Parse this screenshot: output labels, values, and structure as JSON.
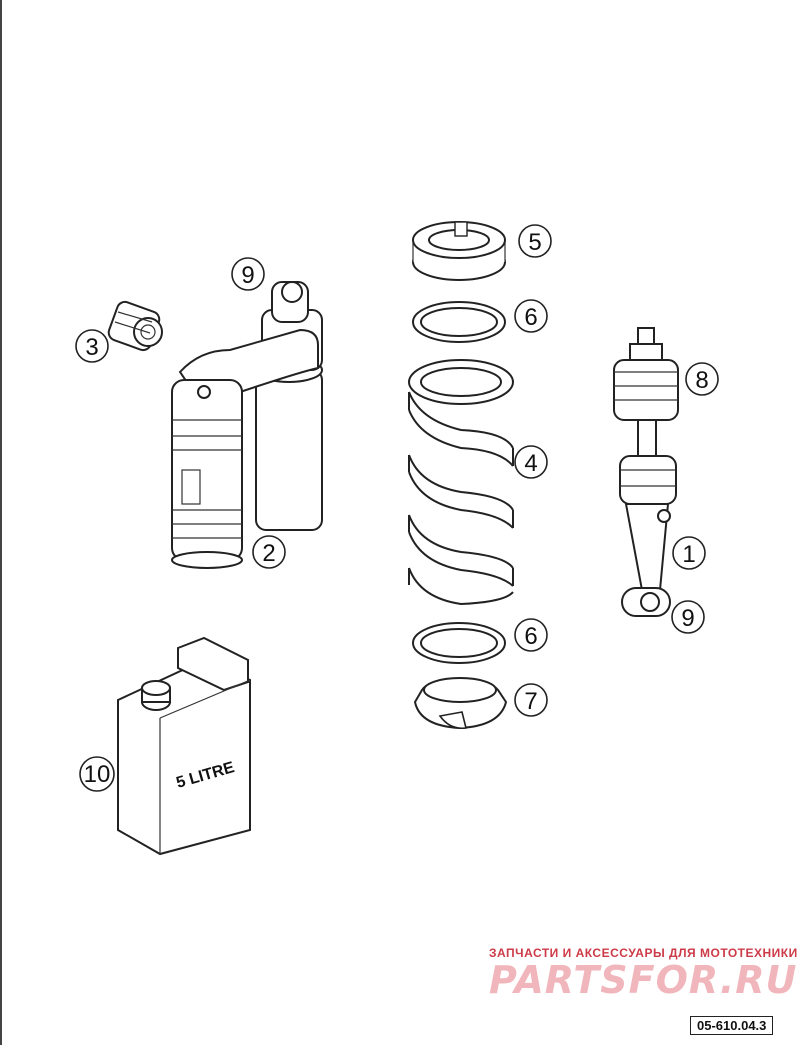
{
  "callouts": [
    {
      "id": "c1",
      "label": "1"
    },
    {
      "id": "c2",
      "label": "2"
    },
    {
      "id": "c3",
      "label": "3"
    },
    {
      "id": "c4",
      "label": "4"
    },
    {
      "id": "c5",
      "label": "5"
    },
    {
      "id": "c6a",
      "label": "6"
    },
    {
      "id": "c6b",
      "label": "6"
    },
    {
      "id": "c7",
      "label": "7"
    },
    {
      "id": "c8",
      "label": "8"
    },
    {
      "id": "c9a",
      "label": "9"
    },
    {
      "id": "c9b",
      "label": "9"
    },
    {
      "id": "c10",
      "label": "10"
    }
  ],
  "container_text": "5 LITRE",
  "watermark": {
    "tagline": "ЗАПЧАСТИ И АКСЕССУАРЫ ДЛЯ МОТОТЕХНИКИ",
    "logo": "PARTSFOR.RU"
  },
  "reference_code": "05-610.04.3"
}
